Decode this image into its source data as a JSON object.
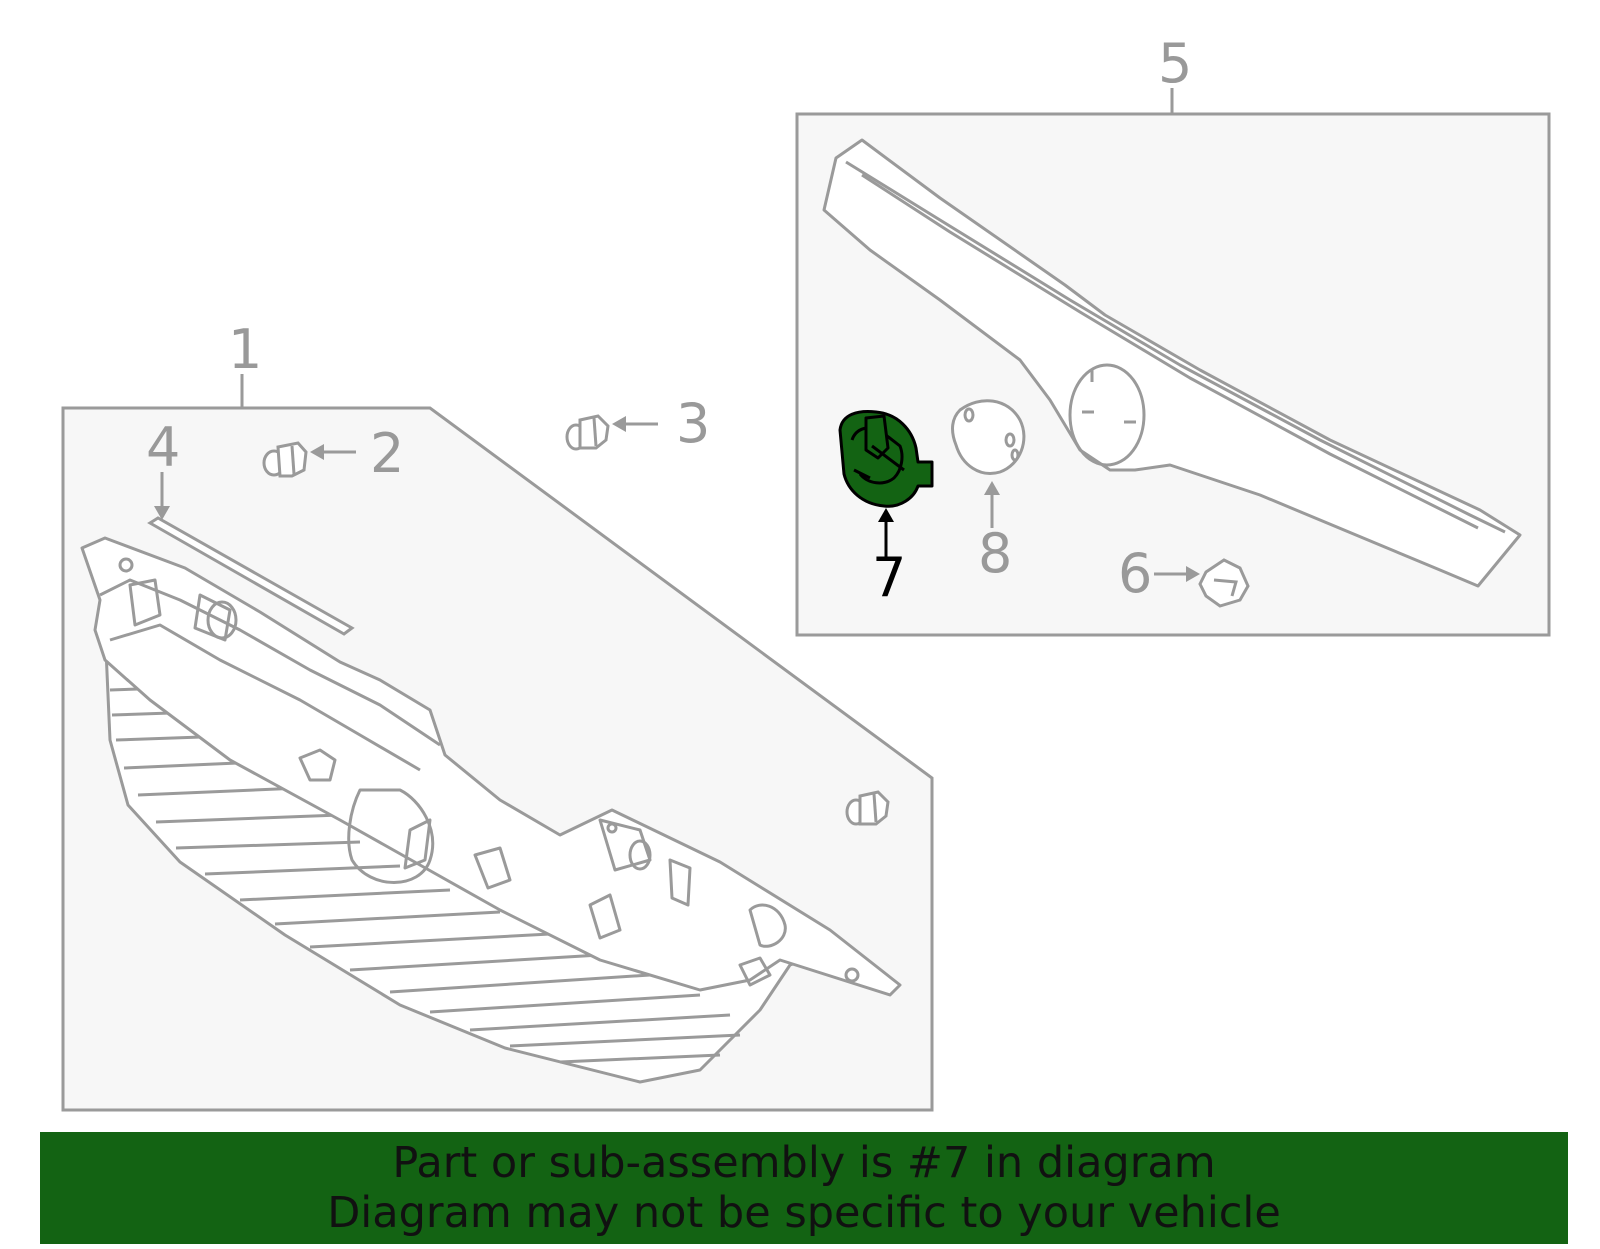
{
  "callouts": {
    "c1": "1",
    "c2": "2",
    "c3": "3",
    "c4": "4",
    "c5": "5",
    "c6": "6",
    "c7": "7",
    "c8": "8"
  },
  "highlighted_part": "7",
  "colors": {
    "line": "#9a9a9a",
    "panel_fill": "#f7f7f7",
    "highlight_fill": "#136313",
    "banner_bg": "#136313",
    "banner_text": "#111111"
  },
  "banner": {
    "line1": "Part or sub-assembly is #7 in diagram",
    "line2": "Diagram may not be specific to your vehicle"
  }
}
